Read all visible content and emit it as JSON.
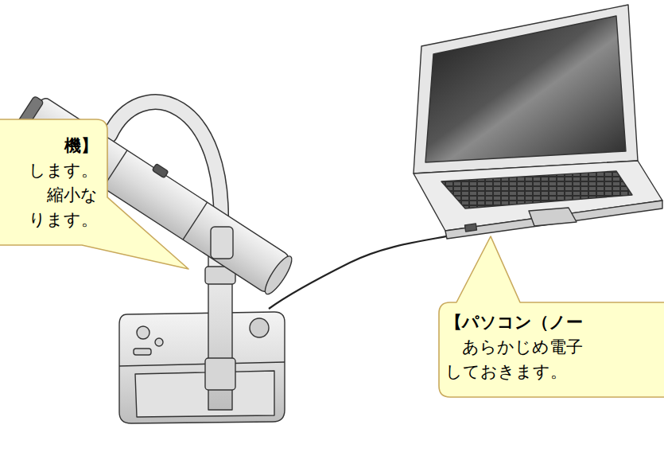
{
  "diagram": {
    "nodes": [
      {
        "text": [
          "機】",
          "します。 縮小な ります。"
        ]
      },
      {
        "text": [
          "【パソコン（ノー",
          "あらかじめ電子 しておきます。"
        ]
      }
    ]
  }
}
